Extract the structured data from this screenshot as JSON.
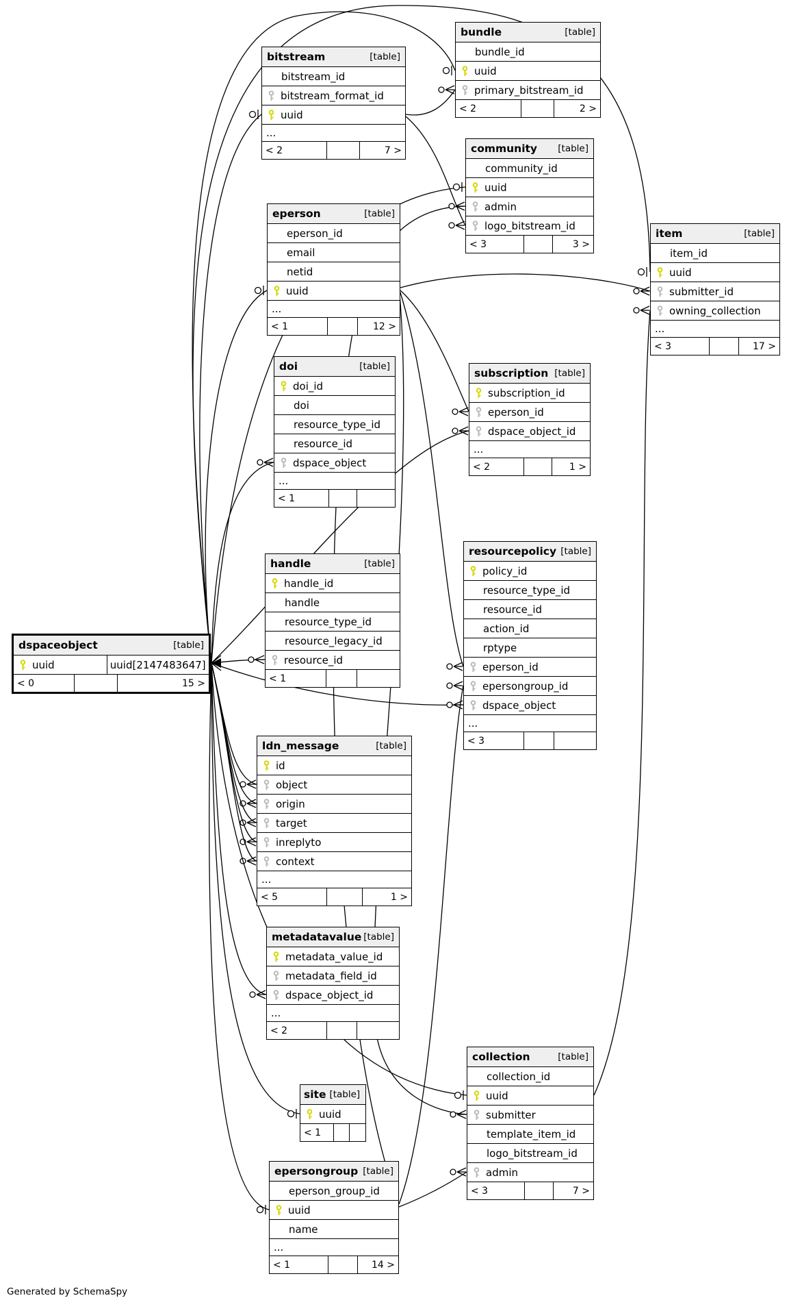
{
  "credit": "Generated by SchemaSpy",
  "colors": {
    "pk_key": "#d6d600",
    "fk_key": "#b9b9b9",
    "header_bg": "#efefef",
    "line": "#000000"
  },
  "tables": [
    {
      "name": "bitstream",
      "tag": "[table]",
      "columns": [
        {
          "name": "bitstream_id"
        },
        {
          "name": "bitstream_format_id",
          "key": "fk"
        },
        {
          "name": "uuid",
          "key": "pk"
        },
        {
          "name": "..."
        }
      ],
      "footer": [
        "< 2",
        "",
        "7 >"
      ]
    },
    {
      "name": "bundle",
      "tag": "[table]",
      "columns": [
        {
          "name": "bundle_id"
        },
        {
          "name": "uuid",
          "key": "pk"
        },
        {
          "name": "primary_bitstream_id",
          "key": "fk"
        }
      ],
      "footer": [
        "< 2",
        "",
        "2 >"
      ]
    },
    {
      "name": "community",
      "tag": "[table]",
      "columns": [
        {
          "name": "community_id"
        },
        {
          "name": "uuid",
          "key": "pk"
        },
        {
          "name": "admin",
          "key": "fk"
        },
        {
          "name": "logo_bitstream_id",
          "key": "fk"
        }
      ],
      "footer": [
        "< 3",
        "",
        "3 >"
      ]
    },
    {
      "name": "eperson",
      "tag": "[table]",
      "columns": [
        {
          "name": "eperson_id"
        },
        {
          "name": "email"
        },
        {
          "name": "netid"
        },
        {
          "name": "uuid",
          "key": "pk"
        },
        {
          "name": "..."
        }
      ],
      "footer": [
        "< 1",
        "",
        "12 >"
      ]
    },
    {
      "name": "item",
      "tag": "[table]",
      "columns": [
        {
          "name": "item_id"
        },
        {
          "name": "uuid",
          "key": "pk"
        },
        {
          "name": "submitter_id",
          "key": "fk"
        },
        {
          "name": "owning_collection",
          "key": "fk"
        },
        {
          "name": "..."
        }
      ],
      "footer": [
        "< 3",
        "",
        "17 >"
      ]
    },
    {
      "name": "doi",
      "tag": "[table]",
      "columns": [
        {
          "name": "doi_id",
          "key": "pk"
        },
        {
          "name": "doi"
        },
        {
          "name": "resource_type_id"
        },
        {
          "name": "resource_id"
        },
        {
          "name": "dspace_object",
          "key": "fk"
        },
        {
          "name": "..."
        }
      ],
      "footer": [
        "< 1",
        "",
        ""
      ]
    },
    {
      "name": "subscription",
      "tag": "[table]",
      "columns": [
        {
          "name": "subscription_id",
          "key": "pk"
        },
        {
          "name": "eperson_id",
          "key": "fk"
        },
        {
          "name": "dspace_object_id",
          "key": "fk"
        },
        {
          "name": "..."
        }
      ],
      "footer": [
        "< 2",
        "",
        "1 >"
      ]
    },
    {
      "name": "handle",
      "tag": "[table]",
      "columns": [
        {
          "name": "handle_id",
          "key": "pk"
        },
        {
          "name": "handle"
        },
        {
          "name": "resource_type_id"
        },
        {
          "name": "resource_legacy_id"
        },
        {
          "name": "resource_id",
          "key": "fk"
        }
      ],
      "footer": [
        "< 1",
        "",
        ""
      ]
    },
    {
      "name": "resourcepolicy",
      "tag": "[table]",
      "columns": [
        {
          "name": "policy_id",
          "key": "pk"
        },
        {
          "name": "resource_type_id"
        },
        {
          "name": "resource_id"
        },
        {
          "name": "action_id"
        },
        {
          "name": "rptype"
        },
        {
          "name": "eperson_id",
          "key": "fk"
        },
        {
          "name": "epersongroup_id",
          "key": "fk"
        },
        {
          "name": "dspace_object",
          "key": "fk"
        },
        {
          "name": "..."
        }
      ],
      "footer": [
        "< 3",
        "",
        ""
      ]
    },
    {
      "name": "dspaceobject",
      "tag": "[table]",
      "emphasis": true,
      "columns": [
        {
          "name": "uuid",
          "key": "pk",
          "type": "uuid[2147483647]"
        }
      ],
      "footer": [
        "< 0",
        "",
        "15 >"
      ]
    },
    {
      "name": "ldn_message",
      "tag": "[table]",
      "columns": [
        {
          "name": "id",
          "key": "pk"
        },
        {
          "name": "object",
          "key": "fk"
        },
        {
          "name": "origin",
          "key": "fk"
        },
        {
          "name": "target",
          "key": "fk"
        },
        {
          "name": "inreplyto",
          "key": "fk"
        },
        {
          "name": "context",
          "key": "fk"
        },
        {
          "name": "..."
        }
      ],
      "footer": [
        "< 5",
        "",
        "1 >"
      ]
    },
    {
      "name": "metadatavalue",
      "tag": "[table]",
      "columns": [
        {
          "name": "metadata_value_id",
          "key": "pk"
        },
        {
          "name": "metadata_field_id",
          "key": "fk"
        },
        {
          "name": "dspace_object_id",
          "key": "fk"
        },
        {
          "name": "..."
        }
      ],
      "footer": [
        "< 2",
        "",
        ""
      ]
    },
    {
      "name": "collection",
      "tag": "[table]",
      "columns": [
        {
          "name": "collection_id"
        },
        {
          "name": "uuid",
          "key": "pk"
        },
        {
          "name": "submitter",
          "key": "fk"
        },
        {
          "name": "template_item_id"
        },
        {
          "name": "logo_bitstream_id"
        },
        {
          "name": "admin",
          "key": "fk"
        }
      ],
      "footer": [
        "< 3",
        "",
        "7 >"
      ]
    },
    {
      "name": "site",
      "tag": "[table]",
      "compact": true,
      "columns": [
        {
          "name": "uuid",
          "key": "pk"
        }
      ],
      "footer": [
        "< 1",
        "",
        ""
      ]
    },
    {
      "name": "epersongroup",
      "tag": "[table]",
      "columns": [
        {
          "name": "eperson_group_id"
        },
        {
          "name": "uuid",
          "key": "pk"
        },
        {
          "name": "name"
        },
        {
          "name": "..."
        }
      ],
      "footer": [
        "< 1",
        "",
        "14 >"
      ]
    }
  ],
  "relationships": [
    {
      "from": "dspaceobject.uuid",
      "to": "bitstream.uuid",
      "marker": "tee"
    },
    {
      "from": "dspaceobject.uuid",
      "to": "bundle.uuid",
      "marker": "tee"
    },
    {
      "from": "dspaceobject.uuid",
      "to": "community.uuid",
      "marker": "tee"
    },
    {
      "from": "dspaceobject.uuid",
      "to": "eperson.uuid",
      "marker": "tee"
    },
    {
      "from": "dspaceobject.uuid",
      "to": "item.uuid",
      "marker": "tee"
    },
    {
      "from": "dspaceobject.uuid",
      "to": "doi.dspace_object",
      "marker": "crow"
    },
    {
      "from": "dspaceobject.uuid",
      "to": "subscription.dspace_object_id",
      "marker": "crow"
    },
    {
      "from": "dspaceobject.uuid",
      "to": "handle.resource_id",
      "marker": "crow"
    },
    {
      "from": "dspaceobject.uuid",
      "to": "resourcepolicy.dspace_object",
      "marker": "crow"
    },
    {
      "from": "dspaceobject.uuid",
      "to": "ldn_message.object",
      "marker": "crow"
    },
    {
      "from": "dspaceobject.uuid",
      "to": "ldn_message.origin",
      "marker": "crow"
    },
    {
      "from": "dspaceobject.uuid",
      "to": "ldn_message.target",
      "marker": "crow"
    },
    {
      "from": "dspaceobject.uuid",
      "to": "ldn_message.inreplyto",
      "marker": "crow"
    },
    {
      "from": "dspaceobject.uuid",
      "to": "ldn_message.context",
      "marker": "crow"
    },
    {
      "from": "dspaceobject.uuid",
      "to": "metadatavalue.dspace_object_id",
      "marker": "crow"
    },
    {
      "from": "dspaceobject.uuid",
      "to": "collection.uuid",
      "marker": "tee"
    },
    {
      "from": "dspaceobject.uuid",
      "to": "site.uuid",
      "marker": "tee"
    },
    {
      "from": "dspaceobject.uuid",
      "to": "epersongroup.uuid",
      "marker": "tee"
    },
    {
      "from": "eperson.uuid",
      "to": "subscription.eperson_id",
      "marker": "crow"
    },
    {
      "from": "eperson.uuid",
      "to": "resourcepolicy.eperson_id",
      "marker": "crow"
    },
    {
      "from": "eperson.uuid",
      "to": "item.submitter_id",
      "marker": "crow"
    },
    {
      "from": "eperson.uuid",
      "to": "collection.submitter",
      "marker": "crow"
    },
    {
      "from": "epersongroup.uuid",
      "to": "resourcepolicy.epersongroup_id",
      "marker": "crow"
    },
    {
      "from": "epersongroup.uuid",
      "to": "community.admin",
      "marker": "crow"
    },
    {
      "from": "epersongroup.uuid",
      "to": "collection.admin",
      "marker": "crow"
    },
    {
      "from": "bitstream.uuid",
      "to": "bundle.primary_bitstream_id",
      "marker": "crow"
    },
    {
      "from": "bitstream.uuid",
      "to": "community.logo_bitstream_id",
      "marker": "crow"
    },
    {
      "from": "collection.uuid",
      "to": "item.owning_collection",
      "marker": "crow"
    }
  ]
}
